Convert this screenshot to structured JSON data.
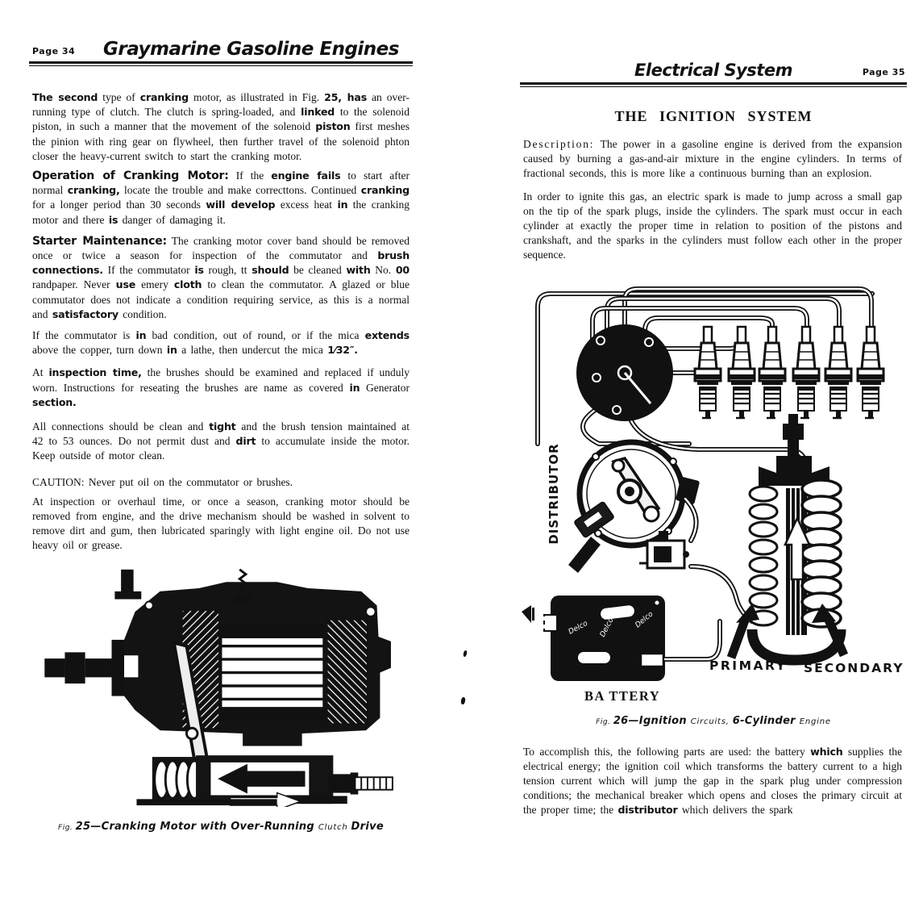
{
  "left_page": {
    "page_label": "Page 34",
    "title": "Graymarine Gasoline Engines",
    "paragraphs": {
      "p1": [
        {
          "t": "The second",
          "c": "b"
        },
        {
          "t": " type of "
        },
        {
          "t": "cranking",
          "c": "b"
        },
        {
          "t": " motor, as illustrated in Fig. "
        },
        {
          "t": "25, has",
          "c": "b"
        },
        {
          "t": " an over-running type of clutch. The clutch is spring-loaded, and "
        },
        {
          "t": "linked",
          "c": "b"
        },
        {
          "t": " to the solenoid piston, in such a manner that the movement of the solenoid "
        },
        {
          "t": "piston",
          "c": "b"
        },
        {
          "t": " first meshes the pinion with ring gear on flywheel, then further travel of the solenoid phton closer the heavy-current switch to start the cranking motor."
        }
      ],
      "p2": [
        {
          "t": "Operation of Cranking Motor:",
          "c": "hb"
        },
        {
          "t": " If the "
        },
        {
          "t": "engine fails",
          "c": "b"
        },
        {
          "t": " to start after normal "
        },
        {
          "t": "cranking,",
          "c": "b"
        },
        {
          "t": " locate the trouble and make correcttons. Con­tinued "
        },
        {
          "t": "cranking",
          "c": "b"
        },
        {
          "t": " for a longer period than 30 seconds "
        },
        {
          "t": "will develop",
          "c": "b"
        },
        {
          "t": " excess heat "
        },
        {
          "t": "in",
          "c": "b"
        },
        {
          "t": " the cranking motor and there "
        },
        {
          "t": "is",
          "c": "b"
        },
        {
          "t": " danger of damag­ing it."
        }
      ],
      "p3": [
        {
          "t": "Starter Maintenance:",
          "c": "hb"
        },
        {
          "t": " The cranking motor cover band should be removed once or twice a season for inspection of the commu­tator and "
        },
        {
          "t": "brush connections.",
          "c": "b"
        },
        {
          "t": " If the commutator "
        },
        {
          "t": "is",
          "c": "b"
        },
        {
          "t": " rough, tt "
        },
        {
          "t": "should",
          "c": "b"
        },
        {
          "t": " be cleaned "
        },
        {
          "t": "with",
          "c": "b"
        },
        {
          "t": " No. "
        },
        {
          "t": "00",
          "c": "b"
        },
        {
          "t": " randpaper. Never "
        },
        {
          "t": "use",
          "c": "b"
        },
        {
          "t": " emery "
        },
        {
          "t": "cloth",
          "c": "b"
        },
        {
          "t": " to clean the commutator. A glazed or blue commutator does not indicate a condition requiring service, as this is a normal and "
        },
        {
          "t": "satisfactory",
          "c": "b"
        },
        {
          "t": " condition."
        }
      ],
      "p4": [
        {
          "t": "If the commutator is "
        },
        {
          "t": "in",
          "c": "b"
        },
        {
          "t": " bad condition, out of round, or if the mica "
        },
        {
          "t": "extends",
          "c": "b"
        },
        {
          "t": " above the copper, turn down "
        },
        {
          "t": "in",
          "c": "b"
        },
        {
          "t": " a lathe, then undercut the mica "
        },
        {
          "t": "1⁄32″.",
          "c": "b"
        }
      ],
      "p5": [
        {
          "t": "At "
        },
        {
          "t": "inspection time,",
          "c": "b"
        },
        {
          "t": " the brushes should be examined and replaced if unduly worn. Instructions for reseating the brushes are name as covered "
        },
        {
          "t": "in",
          "c": "b"
        },
        {
          "t": " Generator "
        },
        {
          "t": "section.",
          "c": "b"
        }
      ],
      "p6": [
        {
          "t": "All connections should be clean and "
        },
        {
          "t": "tight",
          "c": "b"
        },
        {
          "t": " and the brush tension maintained at 42 to 53 ounces. Do not permit dust and "
        },
        {
          "t": "dirt",
          "c": "b"
        },
        {
          "t": " to accumulate inside the motor. Keep outside of motor clean."
        }
      ],
      "caution": [
        {
          "t": "CAUTION:  Never put oil on the commutator or brushes."
        }
      ],
      "p8": [
        {
          "t": "At inspection or overhaul time, or once a season, cranking motor should be removed from engine, and the drive mechanism should be washed in solvent to remove dirt and gum, then lubri­cated sparingly with light engine oil. Do not use heavy oil or grease."
        }
      ]
    },
    "figure_caption": [
      {
        "t": "Fig. ",
        "c": "cf"
      },
      {
        "t": "25—Cranking Motor with Over-Running ",
        "c": "cb"
      },
      {
        "t": "Clutch ",
        "c": "cs"
      },
      {
        "t": "Drive",
        "c": "cb"
      }
    ]
  },
  "right_page": {
    "title": "Electrical System",
    "page_label": "Page 35",
    "section_title": "THE IGNITION SYSTEM",
    "paragraphs": {
      "p1": [
        {
          "t": "Description:",
          "c": "sp"
        },
        {
          "t": "  The power in a gasoline engine is derived from the expansion caused by burning a gas-and-air mixture in the engine cylinders. In terms of fractional seconds, this is more like a continuous burning than an explosion."
        }
      ],
      "p2": [
        {
          "t": "In order to ignite this gas, an electric spark is made to jump across a small gap on the tip of the spark plugs, inside the cyl­inders. The spark must occur in each cylinder at exactly the proper time in relation to position of the pistons and crankshaft, and the sparks in the cylinders must follow each other in the proper sequence."
        }
      ],
      "p3": [
        {
          "t": "To accomplish this, the following parts are used: the battery "
        },
        {
          "t": "which",
          "c": "b"
        },
        {
          "t": " supplies the electrical energy; the ignition coil which transforms the battery current to a high tension current which will jump the gap in the spark plug under compression conditions; the mechanical breaker which opens and closes the primary cir­cuit at the proper time; the "
        },
        {
          "t": "distributor",
          "c": "b"
        },
        {
          "t": " which delivers the spark"
        }
      ]
    },
    "diagram": {
      "distributor_label": "DISTRIBUTOR",
      "battery_label": "BA TTERY",
      "primary_label": "PRIMARY",
      "secondary_label": "SECONDARY",
      "battery_brand": "Delco"
    },
    "figure_caption": [
      {
        "t": "Fig. ",
        "c": "cf"
      },
      {
        "t": "26—Ignition ",
        "c": "cb"
      },
      {
        "t": "Circuits,  ",
        "c": "cs"
      },
      {
        "t": "6-Cylinder ",
        "c": "cb"
      },
      {
        "t": "Engine",
        "c": "cs"
      }
    ]
  },
  "colors": {
    "ink": "#111111",
    "paper": "#ffffff"
  }
}
